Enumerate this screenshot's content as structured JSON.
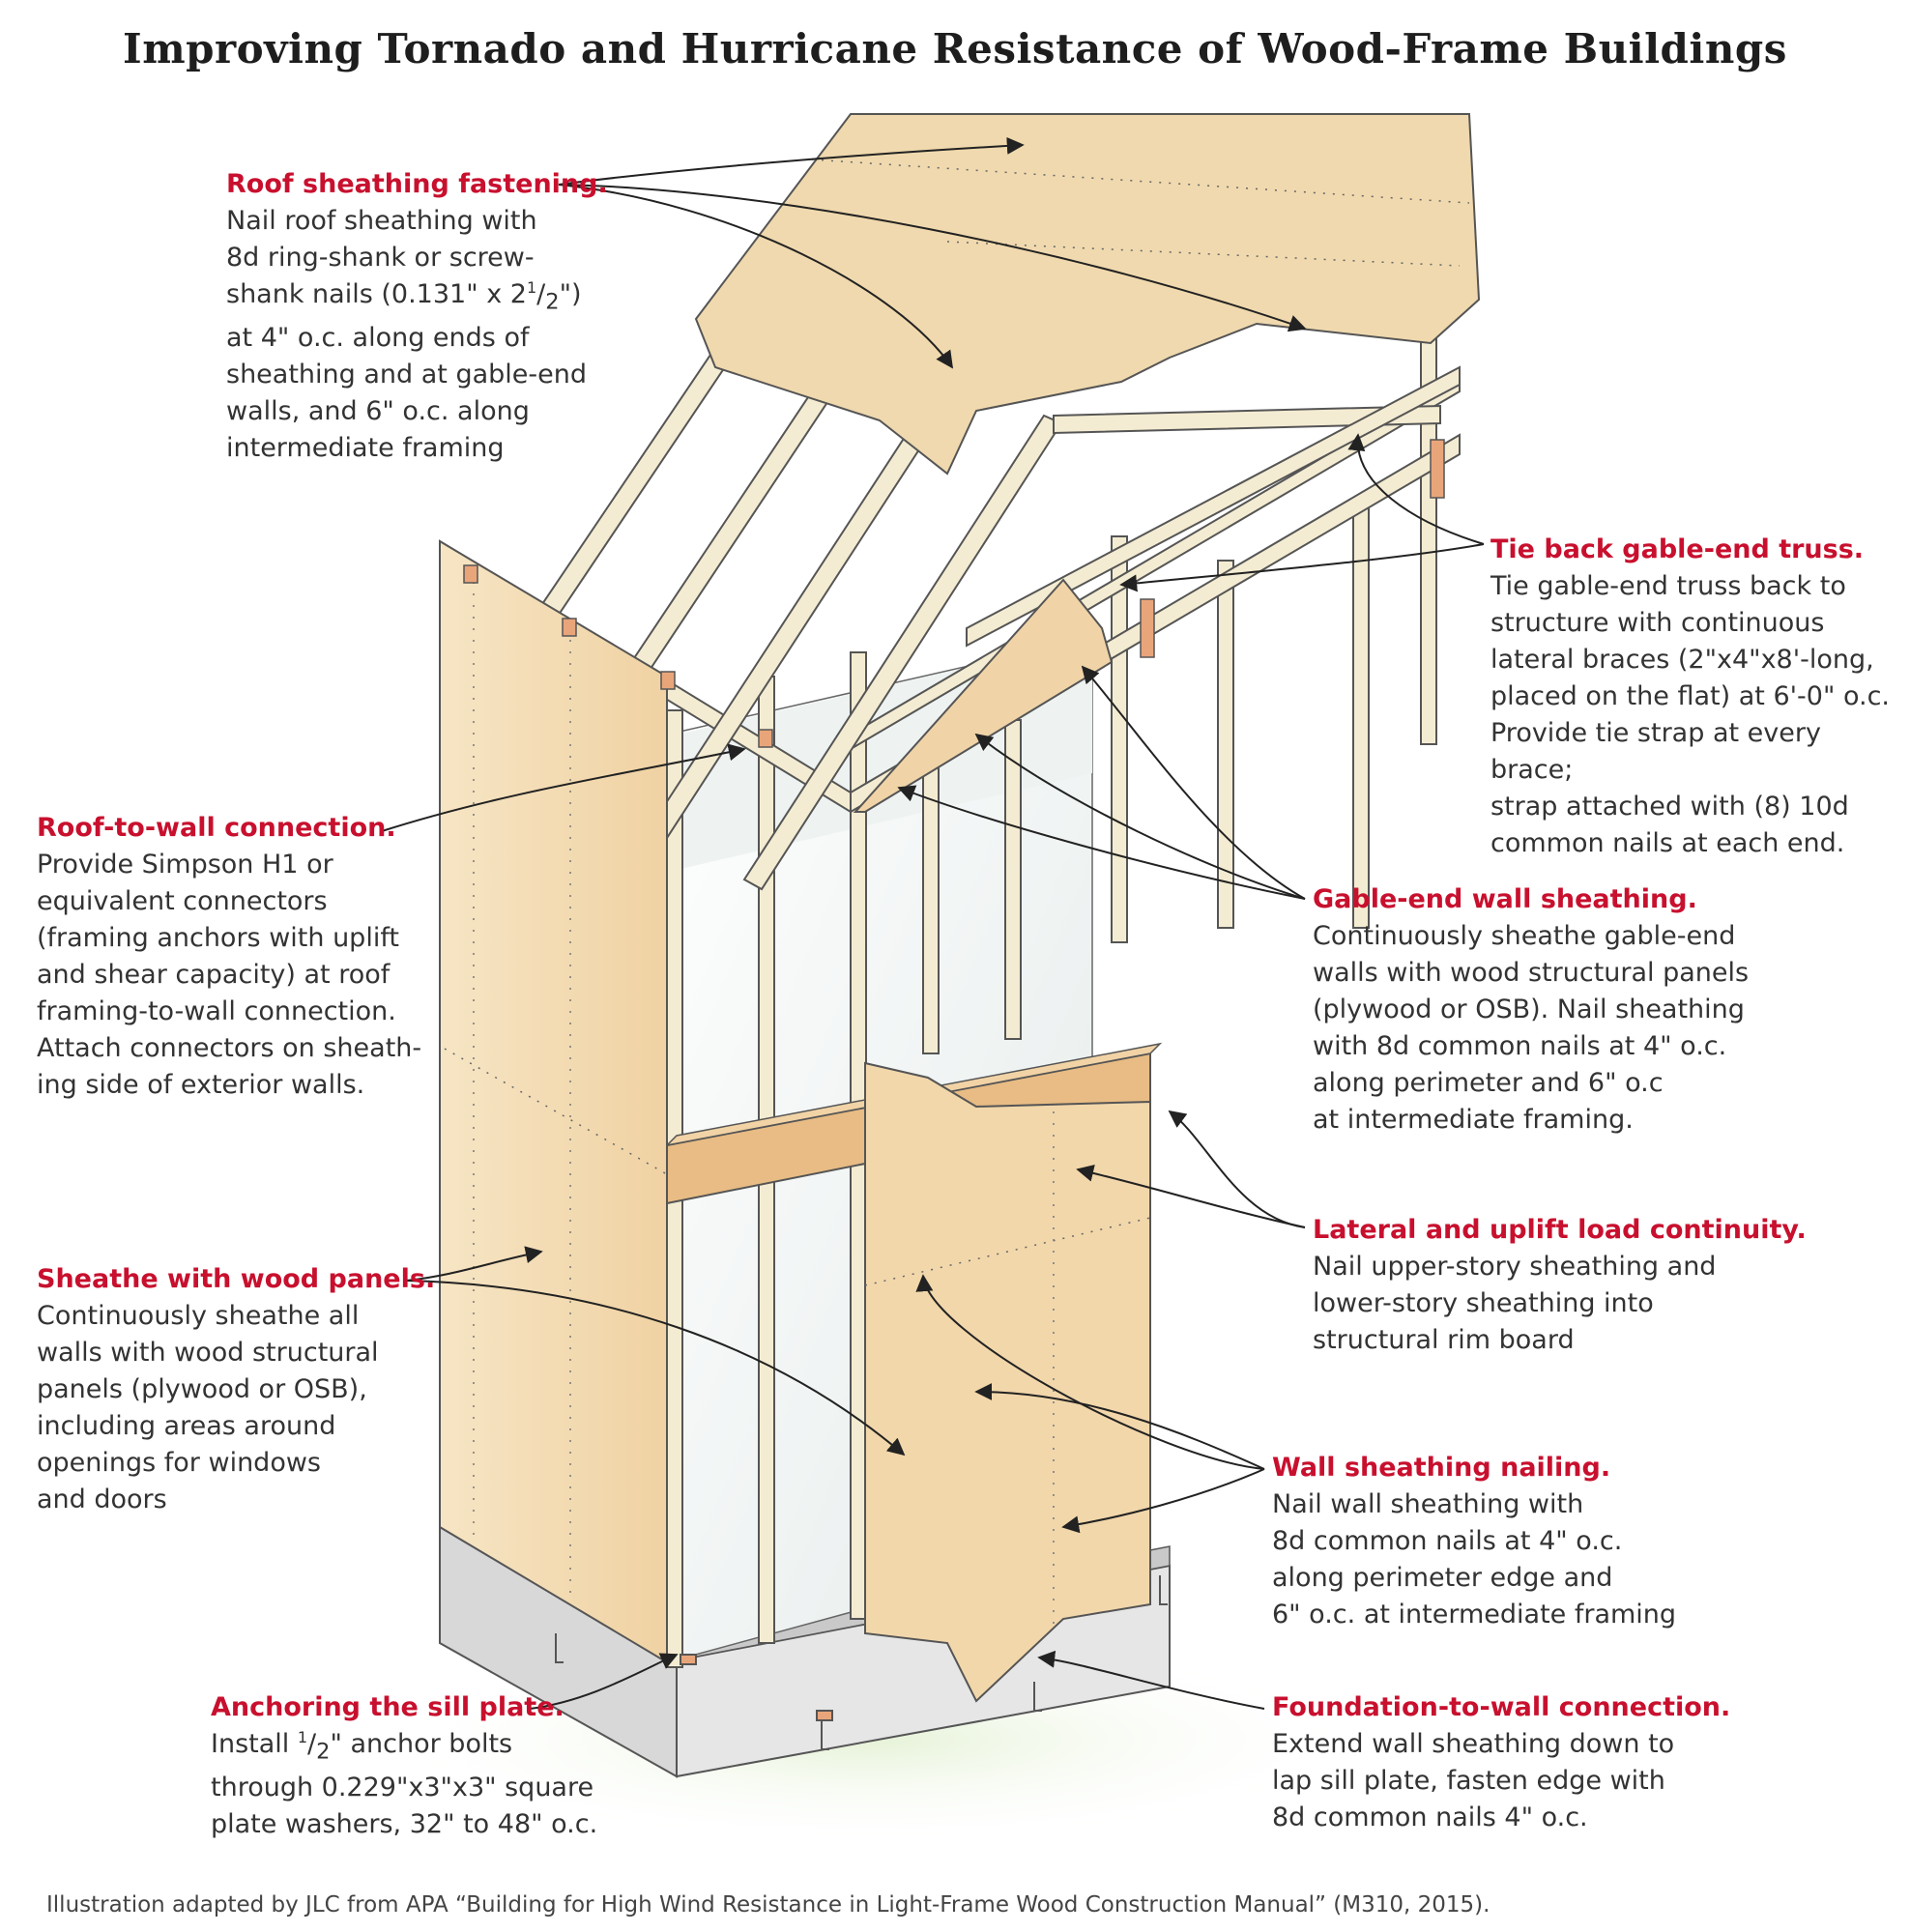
{
  "title": "Improving Tornado and Hurricane Resistance of Wood-Frame Buildings",
  "credit": "Illustration adapted by JLC from APA “Building for High Wind Resistance in Light-Frame Wood Construction Manual” (M310, 2015).",
  "callouts": {
    "roof_sheathing": {
      "heading": "Roof sheathing fastening.",
      "lines": [
        "Nail roof sheathing with",
        "8d ring-shank or screw-",
        "shank nails (0.131\" x 2",
        "1",
        "/",
        "2",
        "\")",
        "at 4\" o.c. along ends of",
        "sheathing and at gable-end",
        "walls, and 6\" o.c. along",
        "intermediate framing"
      ]
    },
    "tie_back": {
      "heading": "Tie back gable-end truss.",
      "lines": [
        "Tie gable-end truss back to",
        "structure with continuous",
        "lateral braces (2\"x4\"x8'-long,",
        "placed on the flat) at 6'-0\" o.c.",
        "Provide tie strap at every brace;",
        "strap attached with (8) 10d",
        "common nails at each end."
      ]
    },
    "roof_to_wall": {
      "heading": "Roof-to-wall connection.",
      "lines": [
        "Provide Simpson H1 or",
        "equivalent connectors",
        "(framing anchors with uplift",
        "and shear capacity) at roof",
        "framing-to-wall connection.",
        "Attach connectors on sheath-",
        "ing side of exterior walls."
      ]
    },
    "gable_end": {
      "heading": "Gable-end wall sheathing.",
      "lines": [
        "Continuously sheathe gable-end",
        "walls with wood structural panels",
        "(plywood or OSB). Nail sheathing",
        "with 8d common nails at 4\" o.c.",
        "along perimeter and 6\" o.c",
        "at intermediate framing."
      ]
    },
    "lateral": {
      "heading": "Lateral and uplift load continuity.",
      "lines": [
        "Nail upper-story sheathing and",
        "lower-story sheathing into",
        "structural rim board"
      ]
    },
    "sheathe": {
      "heading": "Sheathe with wood panels.",
      "lines": [
        "Continuously sheathe all",
        "walls with wood structural",
        "panels (plywood or OSB),",
        "including areas around",
        "openings for windows",
        "and doors"
      ]
    },
    "wall_nailing": {
      "heading": "Wall sheathing nailing.",
      "lines": [
        "Nail wall sheathing with",
        "8d common nails at 4\" o.c.",
        "along perimeter edge and",
        "6\" o.c. at intermediate framing"
      ]
    },
    "anchoring": {
      "heading": "Anchoring the sill plate.",
      "lines": [
        "Install ",
        "1",
        "/",
        "2",
        "\" anchor bolts",
        "through 0.229\"x3\"x3\" square",
        "plate washers, 32\" to 48\" o.c."
      ]
    },
    "foundation": {
      "heading": "Foundation-to-wall connection.",
      "lines": [
        "Extend wall sheathing down to",
        "lap sill plate, fasten edge with",
        "8d common nails 4\" o.c."
      ]
    }
  },
  "colors": {
    "heading": "#c8102e",
    "sheathing": "#f3dcb2",
    "framing": "#f4ecd2",
    "rim": "#e8bc84",
    "foundation": "#dcdcdc"
  }
}
